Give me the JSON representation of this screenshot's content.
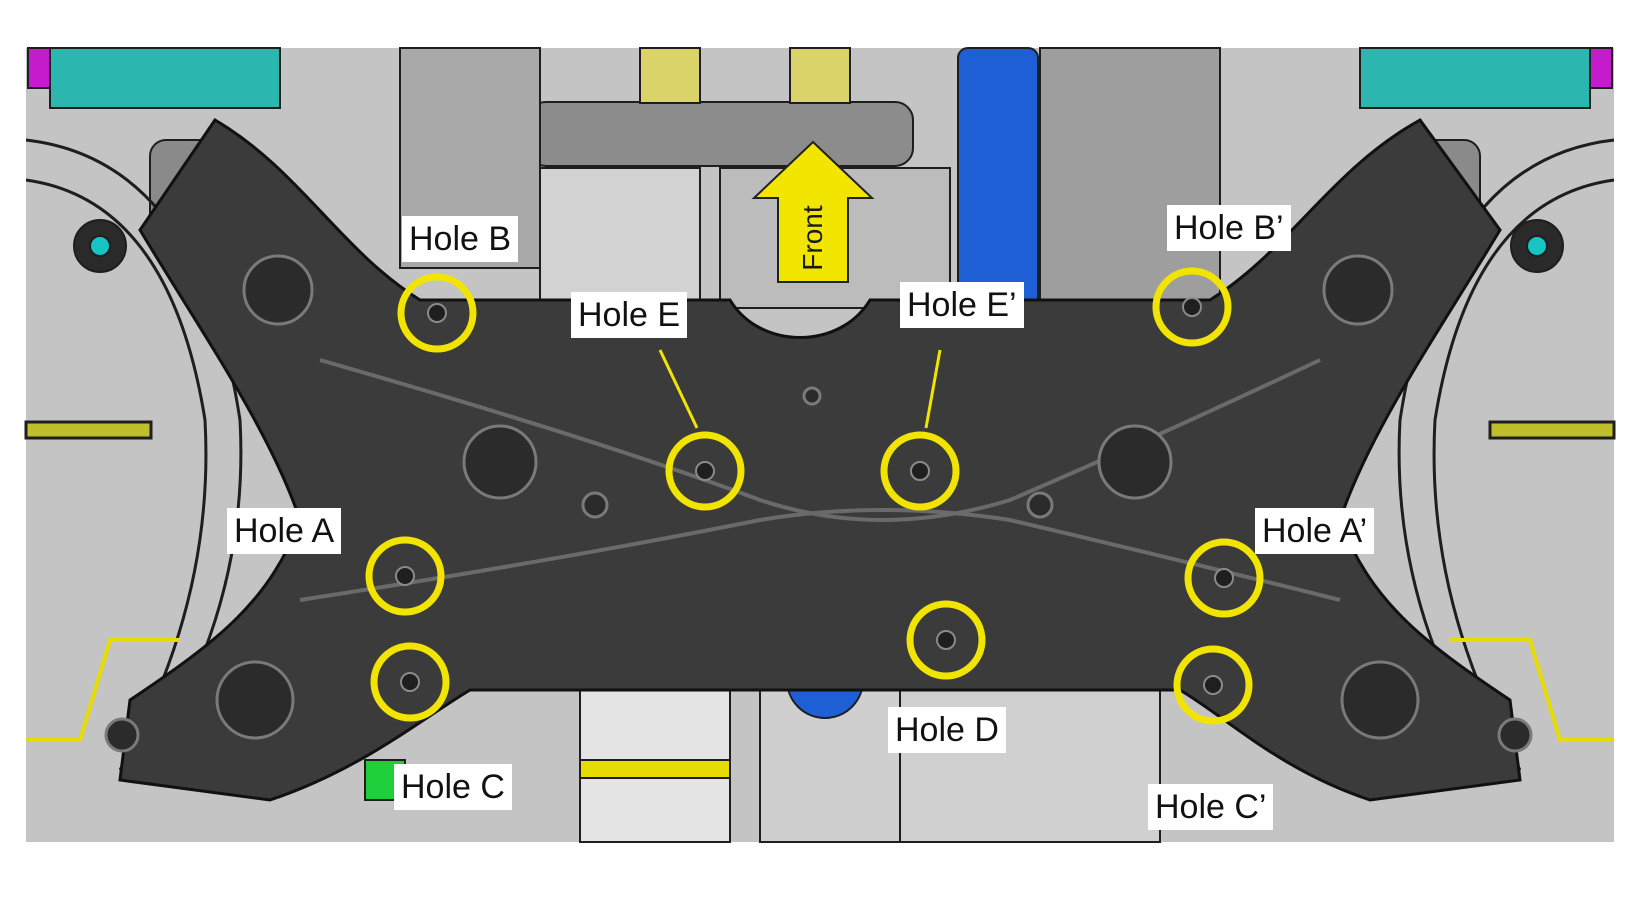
{
  "direction": {
    "label": "Front",
    "arrow_color": "#f2e600"
  },
  "colors": {
    "ring": "#f0e400",
    "frame": "#3a3a3a",
    "background": "#bdbdbd",
    "accent_blue": "#1f5fd6",
    "accent_cyan": "#17c4c4",
    "accent_magenta": "#c41ccc",
    "accent_green": "#1fcf3a"
  },
  "holes": [
    {
      "id": "hole-b",
      "label": "Hole B"
    },
    {
      "id": "hole-b-prime",
      "label": "Hole B’"
    },
    {
      "id": "hole-e",
      "label": "Hole E"
    },
    {
      "id": "hole-e-prime",
      "label": "Hole E’"
    },
    {
      "id": "hole-a",
      "label": "Hole A"
    },
    {
      "id": "hole-a-prime",
      "label": "Hole A’"
    },
    {
      "id": "hole-c",
      "label": "Hole C"
    },
    {
      "id": "hole-c-prime",
      "label": "Hole C’"
    },
    {
      "id": "hole-d",
      "label": "Hole D"
    }
  ]
}
